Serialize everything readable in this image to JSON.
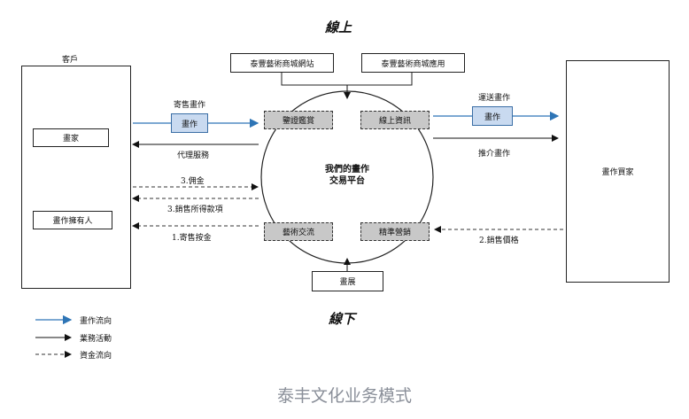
{
  "titles": {
    "online": "線上",
    "offline": "線下"
  },
  "left": {
    "group_label": "客戶",
    "painter": "畫家",
    "owner": "畫作擁有人"
  },
  "right": {
    "buyer": "畫作買家"
  },
  "top": {
    "website": "泰豐藝術商城網站",
    "app": "泰豐藝術商城應用"
  },
  "bottom": {
    "gallery": "畫展"
  },
  "center": {
    "line1": "我們的畫作",
    "line2": "交易平台"
  },
  "services": {
    "artist_exchange": "藝術交流",
    "artist_exchange_top": "鑒證鑑賞",
    "online_info": "線上資訊",
    "precision_marketing": "精準營銷"
  },
  "flows": {
    "consign_painting": "寄售畫作",
    "painting_left": "畫作",
    "agency_service": "代理服務",
    "commission": "3.佣金",
    "sale_proceeds": "3.銷售所得款項",
    "consign_deposit": "1.寄售按金",
    "deliver_painting": "運送畫作",
    "painting_right": "畫作",
    "recommend_painting": "推介畫作",
    "sale_price": "2.銷售價格"
  },
  "legend": {
    "painting_flow": "畫作流向",
    "business_activity": "業務活動",
    "fund_flow": "資金流向"
  },
  "caption": "泰丰文化业务模式",
  "colors": {
    "painting_flow": "#2e75b6",
    "business": "#111111",
    "fund": "#333333",
    "service_fill": "#c8c8c8"
  }
}
